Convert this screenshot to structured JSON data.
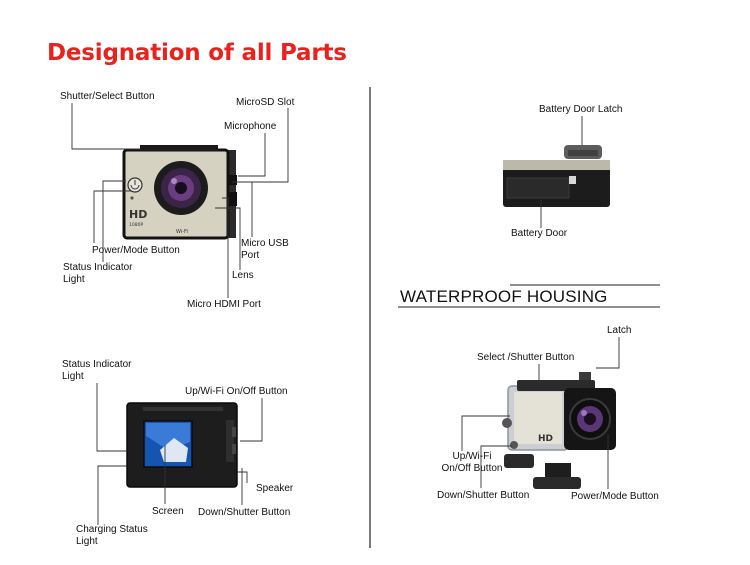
{
  "title": "Designation of all Parts",
  "housing_title": "WATERPROOF HOUSING",
  "camera_front": {
    "badge_hd": "HD",
    "badge_res": "1080P",
    "badge_wifi": "Wi-Fi",
    "labels": {
      "shutter_select": "Shutter/Select Button",
      "microsd_slot": "MicroSD Slot",
      "microphone": "Microphone",
      "power_mode": "Power/Mode Button",
      "status_indicator": "Status Indicator Light",
      "micro_usb": "Micro USB Port",
      "lens": "Lens",
      "micro_hdmi": "Micro HDMI Port"
    }
  },
  "camera_back": {
    "labels": {
      "status_indicator": "Status Indicator Light",
      "up_wifi": "Up/Wi-Fi On/Off Button",
      "speaker": "Speaker",
      "screen": "Screen",
      "down_shutter": "Down/Shutter Button",
      "charging_status": "Charging Status Light"
    }
  },
  "camera_bottom": {
    "labels": {
      "battery_latch": "Battery Door Latch",
      "battery_door": "Battery Door"
    }
  },
  "housing": {
    "badge_hd": "HD",
    "labels": {
      "latch": "Latch",
      "select_shutter": "Select /Shutter Button",
      "up_wifi": "Up/Wi-Fi On/Off Button",
      "down_shutter": "Down/Shutter Button",
      "power_mode": "Power/Mode Button"
    }
  }
}
